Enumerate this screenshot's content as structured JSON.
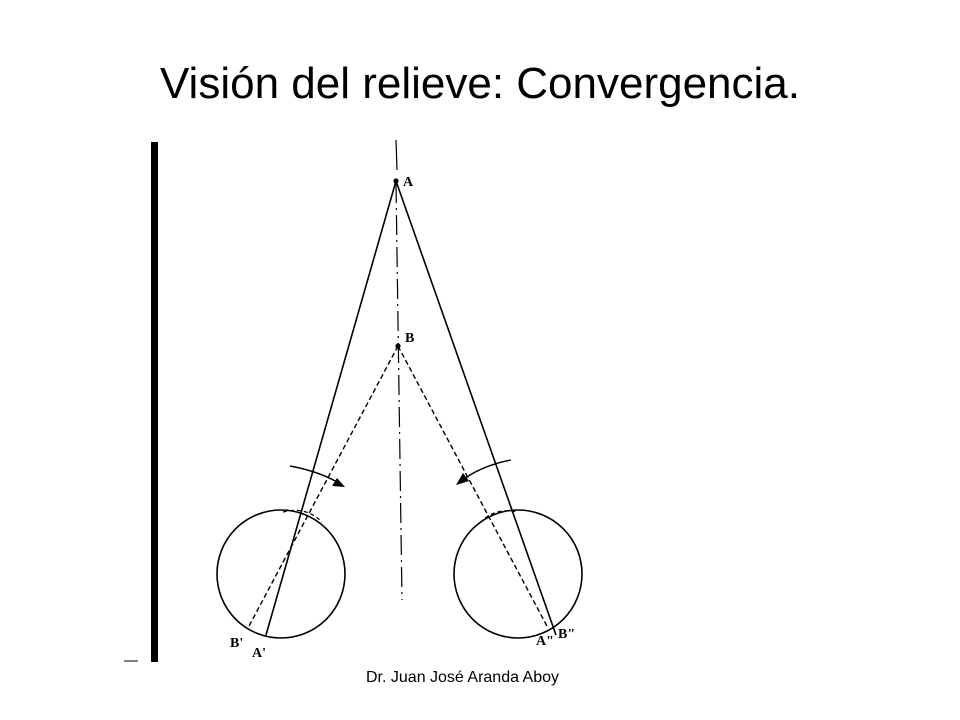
{
  "slide": {
    "title": "Visión del relieve: Convergencia.",
    "footer": "Dr. Juan José Aranda Aboy"
  },
  "diagram": {
    "labels": {
      "point_a": "A",
      "point_b": "B",
      "left_b": "B'",
      "left_a": "A'",
      "right_a": "A\"",
      "right_b": "B\""
    }
  }
}
